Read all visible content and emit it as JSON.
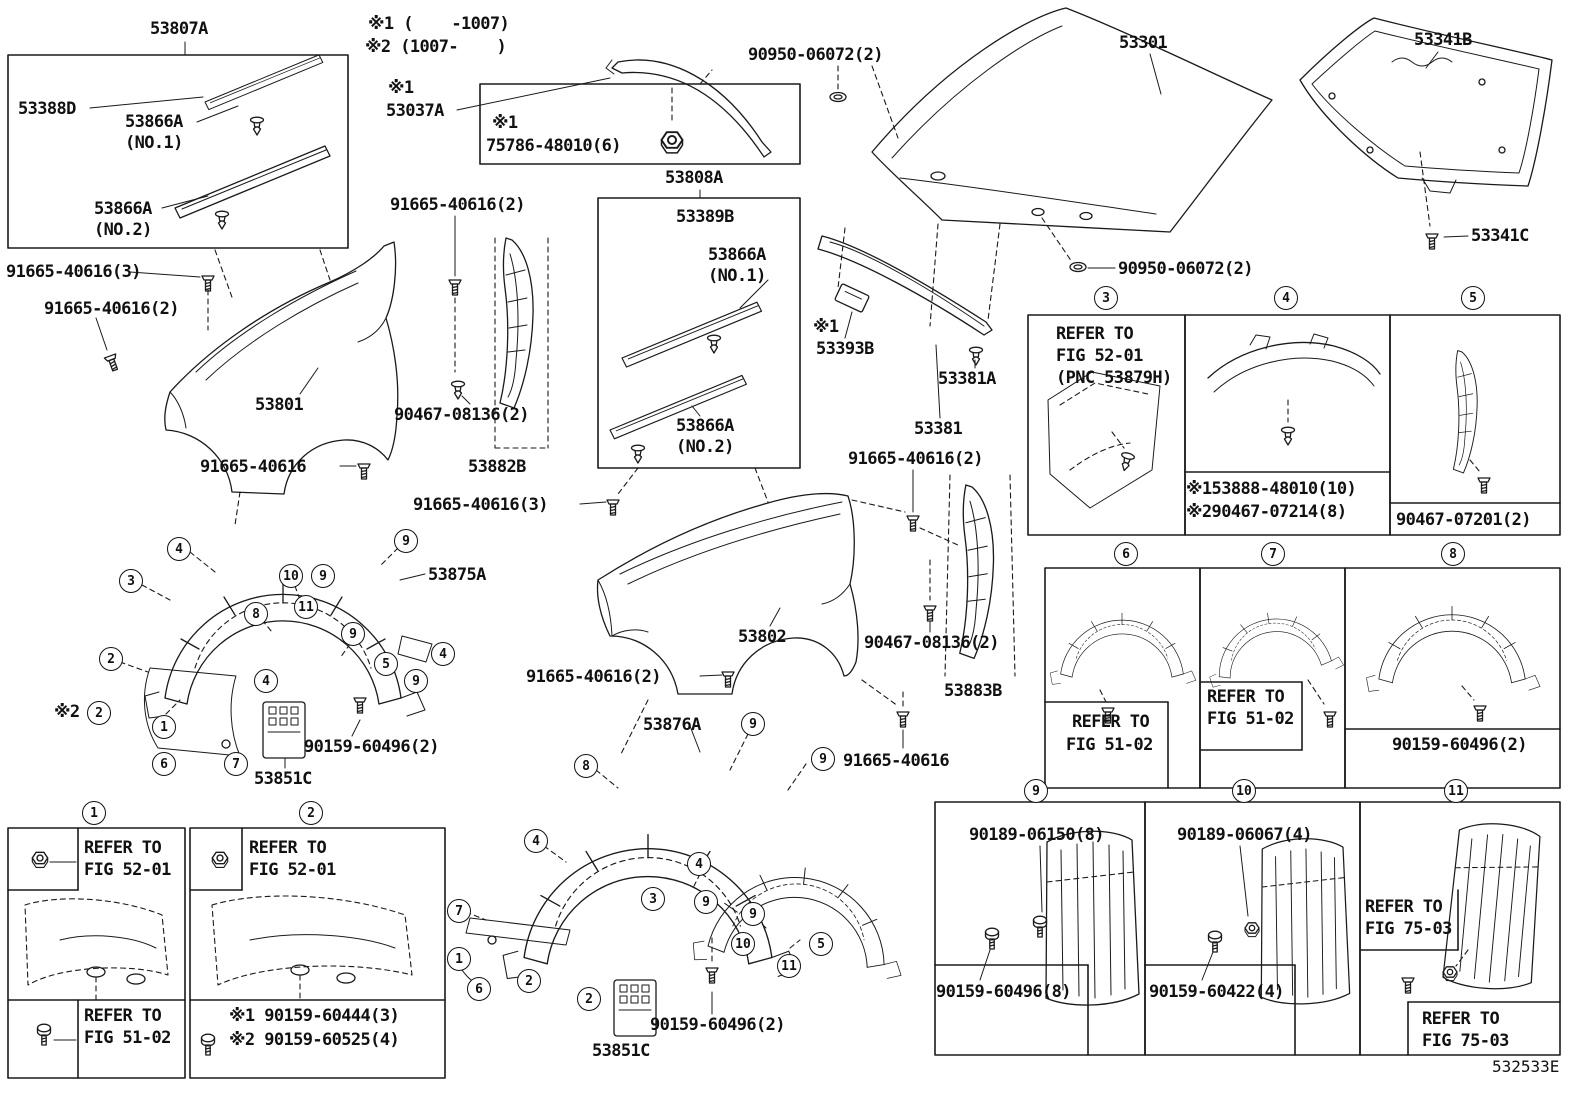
{
  "drawing_code": "532533E",
  "colors": {
    "line": "#1a1a1a",
    "background": "#ffffff"
  },
  "notes": [
    "※1 (    -1007)",
    "※2 (1007-    )"
  ],
  "labels": [
    "53807A",
    "53388D",
    "53866A",
    "(NO.1)",
    "53866A",
    "(NO.2)",
    "※1",
    "53037A",
    "※1",
    "75786-48010(6)",
    "90950-06072(2)",
    "53301",
    "53341B",
    "53341C",
    "90950-06072(2)",
    "53808A",
    "53389B",
    "53866A",
    "(NO.1)",
    "53866A",
    "(NO.2)",
    "91665-40616(2)",
    "91665-40616(3)",
    "91665-40616(2)",
    "53801",
    "90467-08136(2)",
    "53882B",
    "91665-40616",
    "91665-40616(3)",
    "53875A",
    "※1",
    "53393B",
    "53381A",
    "53381",
    "91665-40616(2)",
    "53802",
    "91665-40616(2)",
    "90467-08136(2)",
    "53883B",
    "91665-40616",
    "53876A",
    "90159-60496(2)",
    "53851C",
    "90159-60496(2)",
    "53851C",
    "REFER TO",
    "FIG 52-01",
    "(PNC 53879H)",
    "※153888-48010(10)",
    "※290467-07214(8)",
    "90467-07201(2)",
    "REFER TO",
    "FIG 51-02",
    "REFER TO",
    "FIG 51-02",
    "90159-60496(2)",
    "90189-06150(8)",
    "90159-60496(8)",
    "90189-06067(4)",
    "90159-60422(4)",
    "REFER TO",
    "FIG 75-03",
    "REFER TO",
    "FIG 75-03",
    "REFER TO",
    "FIG 52-01",
    "REFER TO",
    "FIG 51-02",
    "REFER TO",
    "FIG 52-01",
    "※1 90159-60444(3)",
    "※2 90159-60525(4)",
    "※2"
  ],
  "callouts": [
    "3",
    "4",
    "5",
    "6",
    "7",
    "8",
    "9",
    "10",
    "11",
    "1",
    "2",
    "4",
    "9",
    "3",
    "10",
    "9",
    "8",
    "11",
    "9",
    "2",
    "5",
    "4",
    "4",
    "9",
    "2",
    "1",
    "6",
    "7",
    "9",
    "9",
    "8",
    "4",
    "4",
    "3",
    "9",
    "7",
    "9",
    "10",
    "11",
    "5",
    "1",
    "6",
    "2",
    "2"
  ]
}
